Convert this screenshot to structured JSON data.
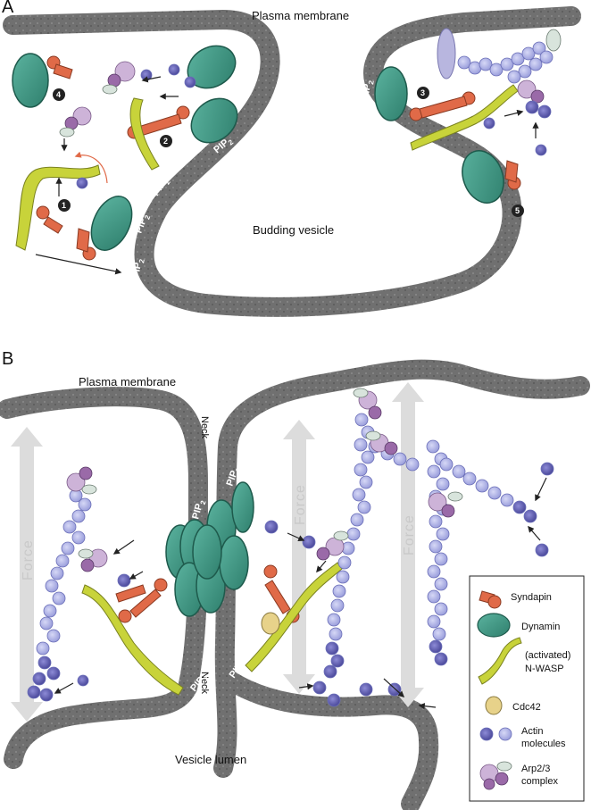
{
  "panel_a": {
    "letter": "A",
    "plasma_membrane": "Plasma membrane",
    "budding_vesicle": "Budding vesicle",
    "pip2": "PIP",
    "pip2_sub": "2",
    "steps": [
      "1",
      "2",
      "3",
      "4",
      "5"
    ]
  },
  "panel_b": {
    "letter": "B",
    "plasma_membrane": "Plasma membrane",
    "neck": "Neck",
    "force": "Force",
    "vesicle_lumen": "Vesicle lumen",
    "pip2": "PIP",
    "pip2_sub": "2"
  },
  "legend": {
    "items": [
      {
        "label": "Syndapin",
        "icon": "syndapin-icon"
      },
      {
        "label": "Dynamin",
        "icon": "dynamin-icon"
      },
      {
        "label": "(activated)",
        "label2": "N-WASP",
        "icon": "nwasp-icon"
      },
      {
        "label": "Cdc42",
        "icon": "cdc42-icon"
      },
      {
        "label": "Actin",
        "label2": "molecules",
        "icon": "actin-icon"
      },
      {
        "label": "Arp2/3",
        "label2": "complex",
        "icon": "arp23-icon"
      }
    ]
  },
  "colors": {
    "membrane": "#6f6f6f",
    "dynamin": "#3f9a86",
    "syndapin": "#e06a48",
    "nwasp": "#c8d33a",
    "cdc42": "#e7d28a",
    "actin_light": "#b4b8e8",
    "actin_dark": "#6a68b8",
    "arp_purple": "#9a6aa8",
    "force_arrow": "#d9d9d9"
  }
}
